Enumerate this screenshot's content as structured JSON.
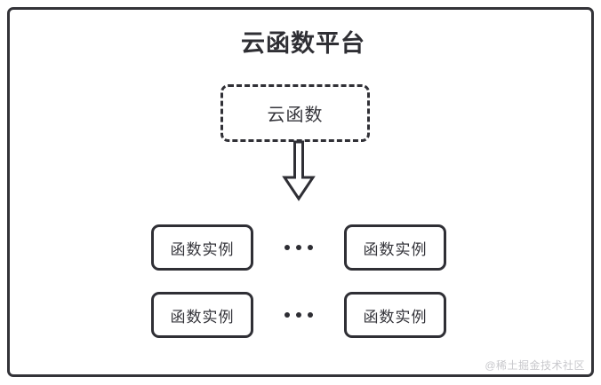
{
  "diagram": {
    "title": "云函数平台",
    "colors": {
      "stroke": "#333338",
      "text": "#35353b",
      "watermark": "#c8c8cc",
      "background": "#ffffff"
    },
    "cloud_function": {
      "label": "云函数",
      "border_style": "dashed"
    },
    "arrow": {
      "direction": "down",
      "style": "outlined-block-arrow"
    },
    "instance_rows": [
      {
        "left": {
          "label": "函数实例"
        },
        "separator": "•••",
        "right": {
          "label": "函数实例"
        }
      },
      {
        "left": {
          "label": "函数实例"
        },
        "separator": "•••",
        "right": {
          "label": "函数实例"
        }
      }
    ],
    "watermark": "@稀土掘金技术社区"
  }
}
